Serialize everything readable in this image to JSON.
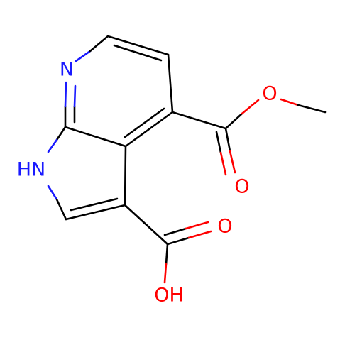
{
  "colors": {
    "carbon": "#000000",
    "nitrogen": "#1a1aff",
    "oxygen": "#ff0000",
    "background": "#ffffff"
  },
  "atoms": {
    "n_pyridine": "N",
    "nh_pyrrole": "HN",
    "o_ester_ether": "O",
    "o_ester_carbonyl": "O",
    "o_acid_carbonyl": "O",
    "oh_acid": "OH"
  }
}
